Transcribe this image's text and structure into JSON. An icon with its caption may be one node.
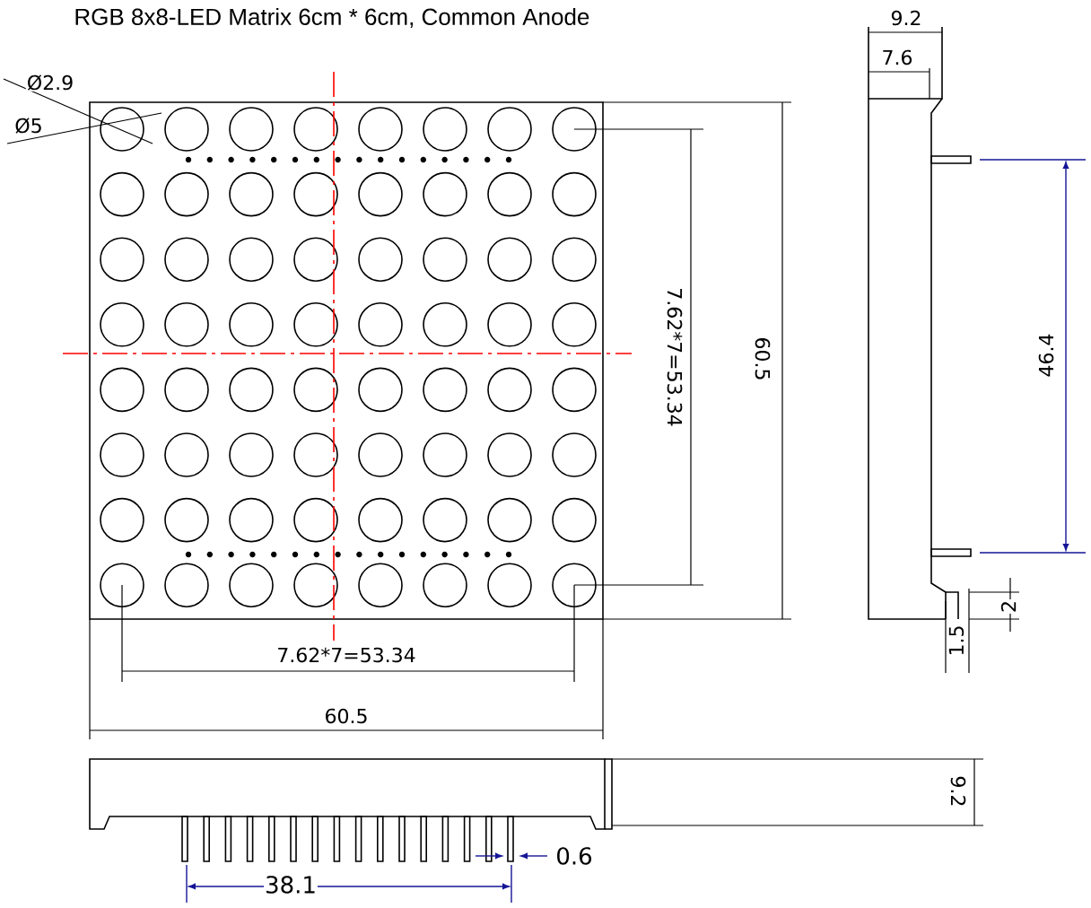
{
  "diagram": {
    "title": "RGB 8x8-LED Matrix 6cm * 6cm, Common Anode",
    "labels": [
      "Ø2.9",
      "Ø5",
      "7.62*7=53.34",
      "60.5",
      "7.62*7=53.34",
      "60.5",
      "9.2",
      "7.6",
      "46.4",
      "2",
      "1.5",
      "9.2",
      "0.6",
      "38.1"
    ]
  }
}
